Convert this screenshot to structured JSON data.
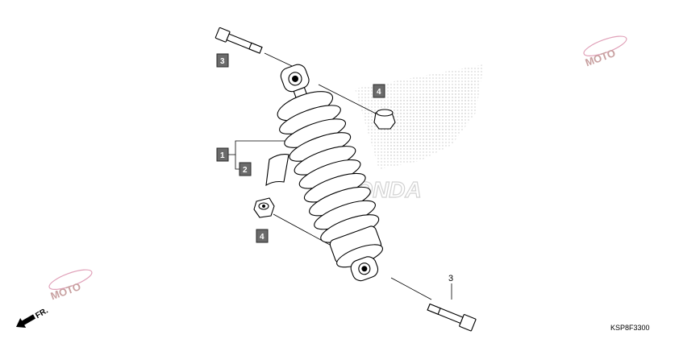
{
  "callouts": [
    {
      "id": "1",
      "label": "1"
    },
    {
      "id": "2",
      "label": "2"
    },
    {
      "id": "3a",
      "label": "3"
    },
    {
      "id": "3b",
      "label": "3"
    },
    {
      "id": "4a",
      "label": "4"
    },
    {
      "id": "4b",
      "label": "4"
    }
  ],
  "direction_label": "FR.",
  "diagram_code": "KSP8F3300",
  "watermark_text": "HONDA",
  "logo_text": "MOTO",
  "colors": {
    "callout_fill": "#6b6b6b",
    "line": "#000000",
    "watermark": "#c8c8c8"
  }
}
